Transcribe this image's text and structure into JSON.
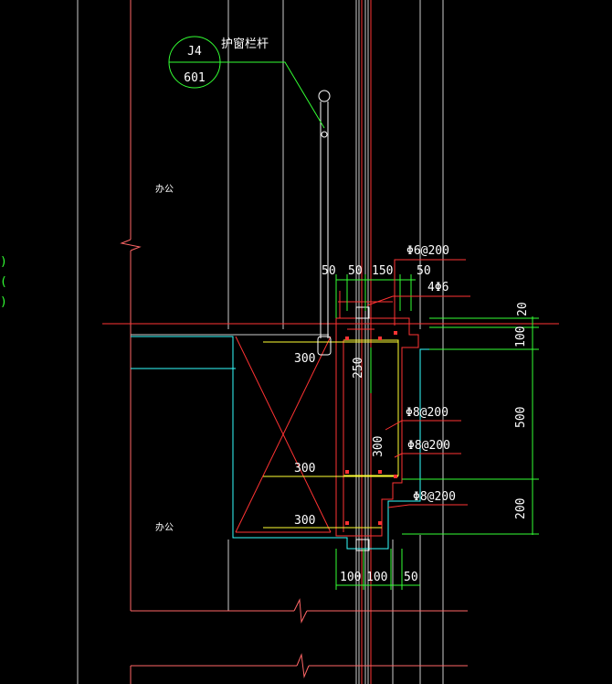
{
  "colors": {
    "background": "#000000",
    "white": "#ffffff",
    "red": "#ff3333",
    "green": "#33ff33",
    "yellow": "#ffff33",
    "cyan": "#33ffff",
    "magenta": "#ff33ff",
    "pink": "#ff6666"
  },
  "callout": {
    "top": "J4",
    "bottom": "601",
    "label": "护窗栏杆"
  },
  "room_labels": [
    "办公",
    "办公"
  ],
  "rebar_labels": [
    "Φ6@200",
    "4Φ6",
    "Φ8@200",
    "Φ8@200",
    "Φ8@200"
  ],
  "dims_top": [
    "50",
    "50",
    "150",
    "50"
  ],
  "dims_right": [
    "20",
    "100",
    "500",
    "200"
  ],
  "dims_bottom": [
    "100",
    "100",
    "50"
  ],
  "dims_inner": [
    "300",
    "300",
    "300",
    "250",
    "300"
  ],
  "left_marks": [
    ")",
    "(",
    ")"
  ]
}
